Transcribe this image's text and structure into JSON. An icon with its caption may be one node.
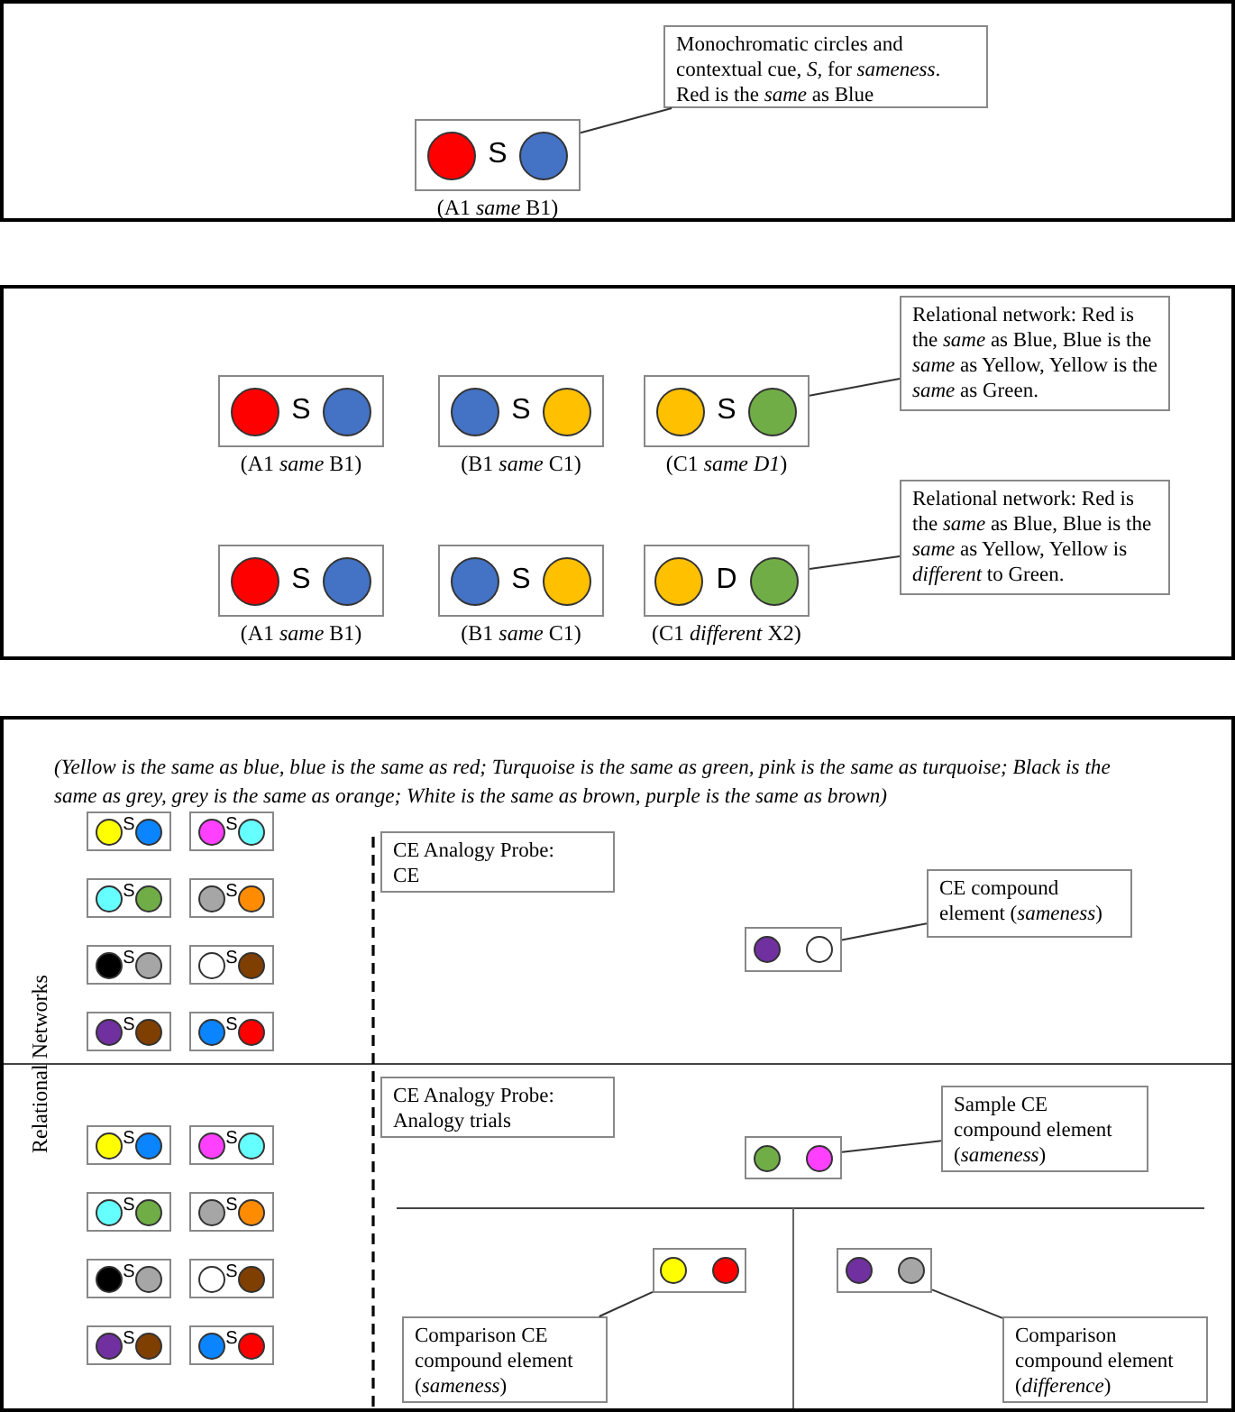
{
  "diagram": {
    "nodes": [
      {
        "text": [],
        "shape": "box"
      },
      {
        "text": [
          "S"
        ],
        "in": 0,
        "beside": [
          "(A1 *same* B1)"
        ]
      },
      {
        "text": [
          "Monochromatic circles and contextual cue, *S,* for *sameness*. Red is the *same* as Blue"
        ],
        "in": 0
      },
      {
        "text": [],
        "shape": "box"
      },
      {
        "text": [
          "S"
        ],
        "in": 3,
        "beside": [
          "(A1 *same* B1)"
        ]
      },
      {
        "text": [
          "S"
        ],
        "in": 3,
        "beside": [
          "(B1 *same* C1)"
        ]
      },
      {
        "text": [
          "S"
        ],
        "in": 3,
        "beside": [
          "(C1 *same D1*)"
        ]
      },
      {
        "text": [
          "Relational network: Red is the *same* as Blue, Blue is the *same* as Yellow, Yellow is the *same* as Green."
        ],
        "in": 3
      },
      {
        "text": [
          "S"
        ],
        "in": 3,
        "beside": [
          "(A1 *same* B1)"
        ]
      },
      {
        "text": [
          "S"
        ],
        "in": 3,
        "beside": [
          "(B1 *same* C1)"
        ]
      },
      {
        "text": [
          "D"
        ],
        "in": 3,
        "beside": [
          "(C1 *different* X2)"
        ]
      },
      {
        "text": [
          "Relational network: Red is the *same* as Blue, Blue is the *same* as Yellow, Yellow is *different* to Green."
        ],
        "in": 3
      },
      {
        "text": [
          "(Yellow is the same as blue, blue is the same as red; Turquoise is the same as green, pink is the same as turquoise; Black is the same as grey, grey is the same as orange; White is the same as brown, purple is the same as brown)"
        ]
      },
      {
        "text": [
          "S"
        ],
        "in": 12
      },
      {
        "text": [
          "S"
        ],
        "in": 12
      },
      {
        "text": [
          "S"
        ],
        "in": 12
      },
      {
        "text": [
          "S"
        ],
        "in": 12
      },
      {
        "text": [
          "S"
        ],
        "in": 12
      },
      {
        "text": [
          "S"
        ],
        "in": 12
      },
      {
        "text": [
          "S"
        ],
        "in": 12
      },
      {
        "text": [
          "S"
        ],
        "in": 12
      },
      {
        "text": [
          "CE Analogy Probe: CE"
        ],
        "in": 12
      },
      {
        "text": [],
        "shape": "box",
        "in": 12
      },
      {
        "text": [
          "CE compound element (*sameness*)"
        ],
        "in": 12
      },
      {
        "text": [
          "CE Analogy Probe: Analogy trials"
        ],
        "in": 12
      },
      {
        "text": [
          "S"
        ],
        "in": 12
      },
      {
        "text": [
          "S"
        ],
        "in": 12
      },
      {
        "text": [
          "S"
        ],
        "in": 12
      },
      {
        "text": [
          "S"
        ],
        "in": 12
      },
      {
        "text": [
          "S"
        ],
        "in": 12
      },
      {
        "text": [
          "S"
        ],
        "in": 12
      },
      {
        "text": [
          "S"
        ],
        "in": 12
      },
      {
        "text": [
          "S"
        ],
        "in": 12
      },
      {
        "text": [],
        "shape": "box",
        "in": 12
      },
      {
        "text": [
          "Sample CE compound element (*sameness*)"
        ],
        "in": 12
      },
      {
        "text": [],
        "shape": "box",
        "in": 12
      },
      {
        "text": [],
        "shape": "box",
        "in": 12
      },
      {
        "text": [
          "Comparison CE compound element (*sameness*)"
        ],
        "in": 12
      },
      {
        "text": [
          "Comparison compound element (*difference*)"
        ],
        "in": 12
      }
    ],
    "edges": [
      {
        "from": 2,
        "to": 1,
        "arrow": "none"
      },
      {
        "from": 7,
        "to": 6,
        "arrow": "none"
      },
      {
        "from": 11,
        "to": 10,
        "arrow": "none"
      },
      {
        "from": 23,
        "to": 22,
        "arrow": "none"
      },
      {
        "from": 34,
        "to": 33,
        "arrow": "none"
      },
      {
        "from": 37,
        "to": 35,
        "arrow": "none"
      },
      {
        "from": 38,
        "to": 36,
        "arrow": "none"
      }
    ],
    "labels": [
      "Relational Networks"
    ]
  }
}
